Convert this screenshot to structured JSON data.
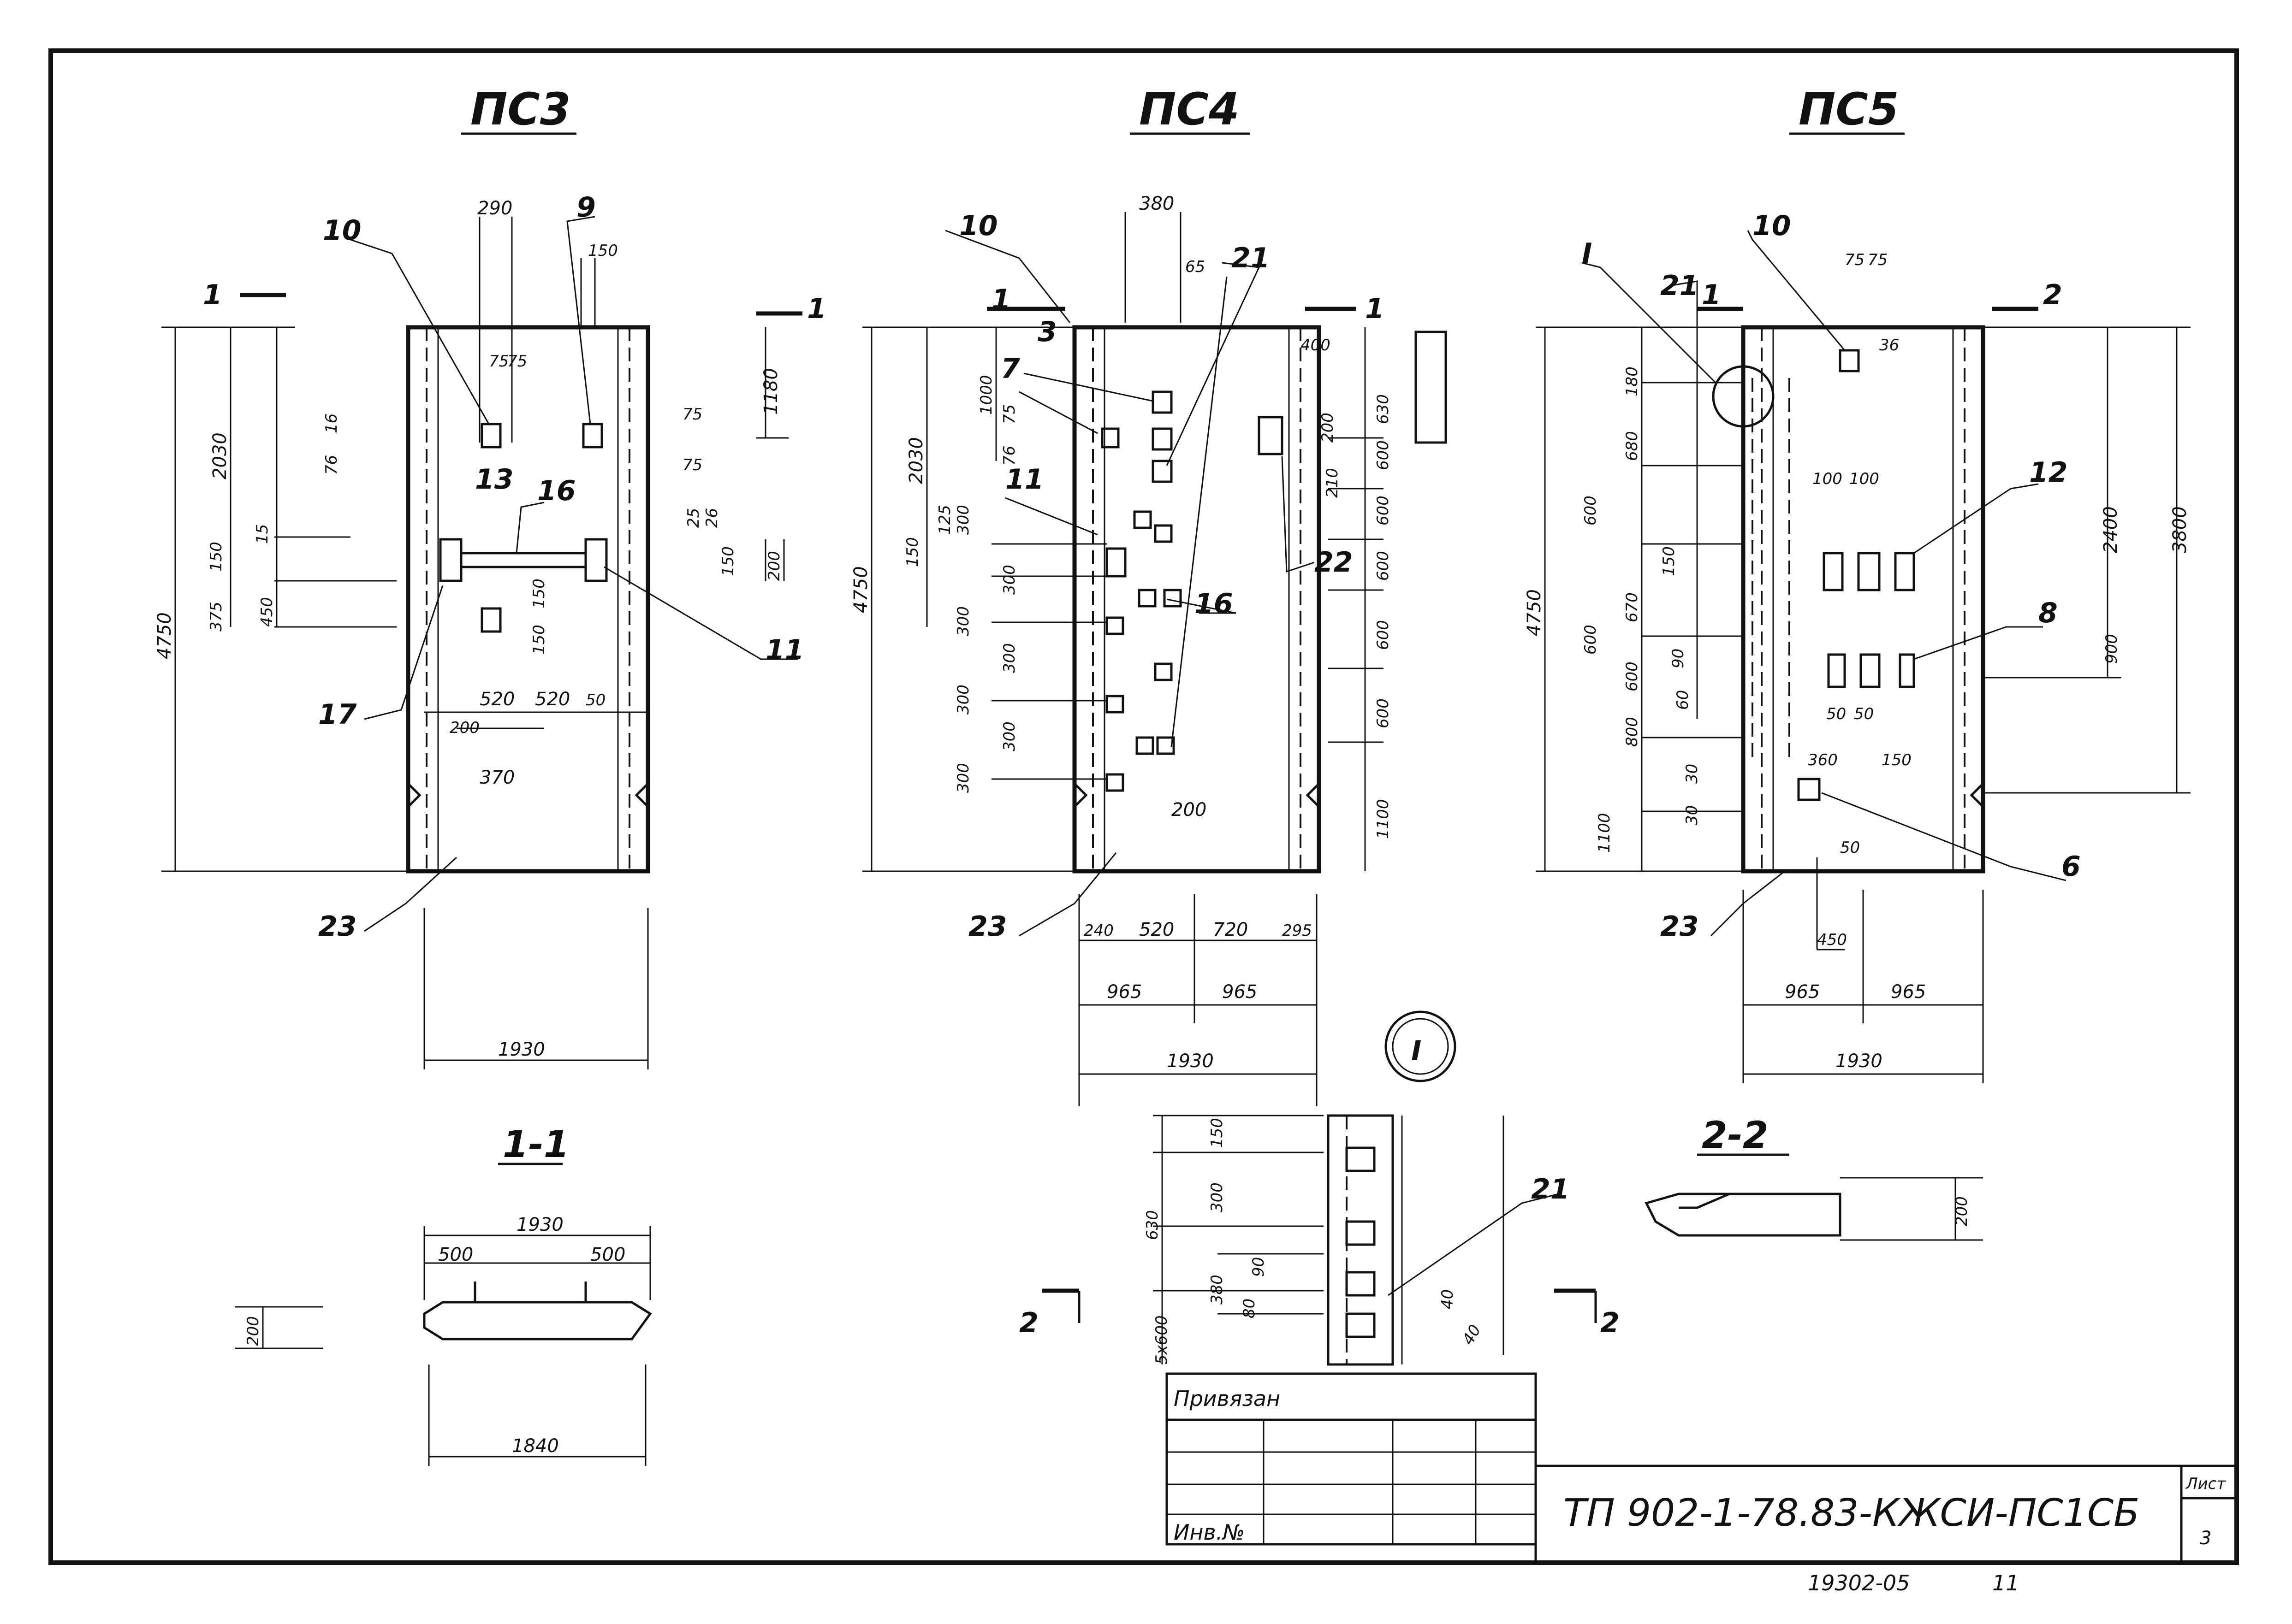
{
  "sheet": {
    "code": "ТП 902-1-78.83-КЖСИ-ПС1СБ",
    "sheet_label": "Лист",
    "sheet_number": "3",
    "archive_number": "19302-05",
    "archive_suffix": "11",
    "stamp_bound": "Привязан",
    "stamp_inv": "Инв.№"
  },
  "panels": {
    "pc3": {
      "title": "ПС3",
      "calls": {
        "c10": "10",
        "c9": "9",
        "c13": "13",
        "c16": "16",
        "c11": "11",
        "c17": "17",
        "c23": "23"
      },
      "dims": {
        "d4750": "4750",
        "d2030": "2030",
        "d1180": "1180",
        "d290": "290",
        "d150t": "150",
        "d75a": "75",
        "d75b": "75",
        "d150": "150",
        "d450": "450",
        "d375": "375",
        "d25": "25",
        "d200": "200",
        "d520a": "520",
        "d520b": "520",
        "d50": "50",
        "d200b": "200",
        "d370": "370",
        "d1930": "1930",
        "d16": "16",
        "d76": "76",
        "d15": "15",
        "d75r": "75",
        "d75r2": "75",
        "d26": "26",
        "d150r": "150",
        "d150c": "150",
        "d150c2": "150"
      },
      "section_marks": {
        "left": "1",
        "right": "1"
      }
    },
    "pc4": {
      "title": "ПС4",
      "calls": {
        "c10": "10",
        "c3": "3",
        "c7": "7",
        "c21": "21",
        "c11": "11",
        "c16": "16",
        "c22": "22",
        "c23": "23"
      },
      "dims": {
        "d4750": "4750",
        "d2030": "2030",
        "d1000": "1000",
        "d380": "380",
        "d65": "65",
        "d400": "400",
        "d630": "630",
        "d600a": "600",
        "d600b": "600",
        "d600c": "600",
        "d600d": "600",
        "d600e": "600",
        "d1100": "1100",
        "d300a": "300",
        "d300b": "300",
        "d300c": "300",
        "d300d": "300",
        "d300e": "300",
        "d300f": "300",
        "d300g": "300",
        "d150": "150",
        "d125": "125",
        "d75": "75",
        "d76": "76",
        "d200": "200",
        "d210": "210",
        "d200b": "200",
        "d240": "240",
        "d520": "520",
        "d720": "720",
        "d295": "295",
        "d965a": "965",
        "d965b": "965",
        "d1930": "1930"
      },
      "section_marks": {
        "left": "1",
        "right": "1"
      }
    },
    "pc5": {
      "title": "ПС5",
      "calls": {
        "c10": "10",
        "cI": "I",
        "c21": "21",
        "c12": "12",
        "c8": "8",
        "c6": "6",
        "c23": "23"
      },
      "dims": {
        "d4750": "4750",
        "d2400": "2400",
        "d3800": "3800",
        "d900": "900",
        "d680": "680",
        "d600a": "600",
        "d600b": "600",
        "d670": "670",
        "d600c": "600",
        "d800": "800",
        "d1100": "1100",
        "d150": "150",
        "d90": "90",
        "d60": "60",
        "d100a": "100",
        "d100b": "100",
        "d75a": "75",
        "d75b": "75",
        "d36": "36",
        "d50a": "50",
        "d50b": "50",
        "d50c": "50",
        "d30a": "30",
        "d30b": "30",
        "d150m": "150",
        "d360": "360",
        "d450": "450",
        "d965a": "965",
        "d965b": "965",
        "d1930": "1930",
        "d180": "180"
      },
      "section_marks": {
        "left": "1",
        "right": "2"
      }
    }
  },
  "section_1_1": {
    "title": "1-1",
    "dims": {
      "d1930": "1930",
      "d500": "500",
      "d500b": "500",
      "d1840": "1840",
      "d200": "200"
    }
  },
  "section_2_2": {
    "title": "2-2",
    "dims": {
      "d200": "200"
    },
    "marks": {
      "left": "2",
      "right": "2"
    }
  },
  "detail_I": {
    "title": "I",
    "call": "21",
    "dims": {
      "d630": "630",
      "d150": "150",
      "d300": "300",
      "d90": "90",
      "d380": "380",
      "d80": "80",
      "d5x600": "5x600",
      "d40a": "40",
      "d40b": "40"
    }
  }
}
